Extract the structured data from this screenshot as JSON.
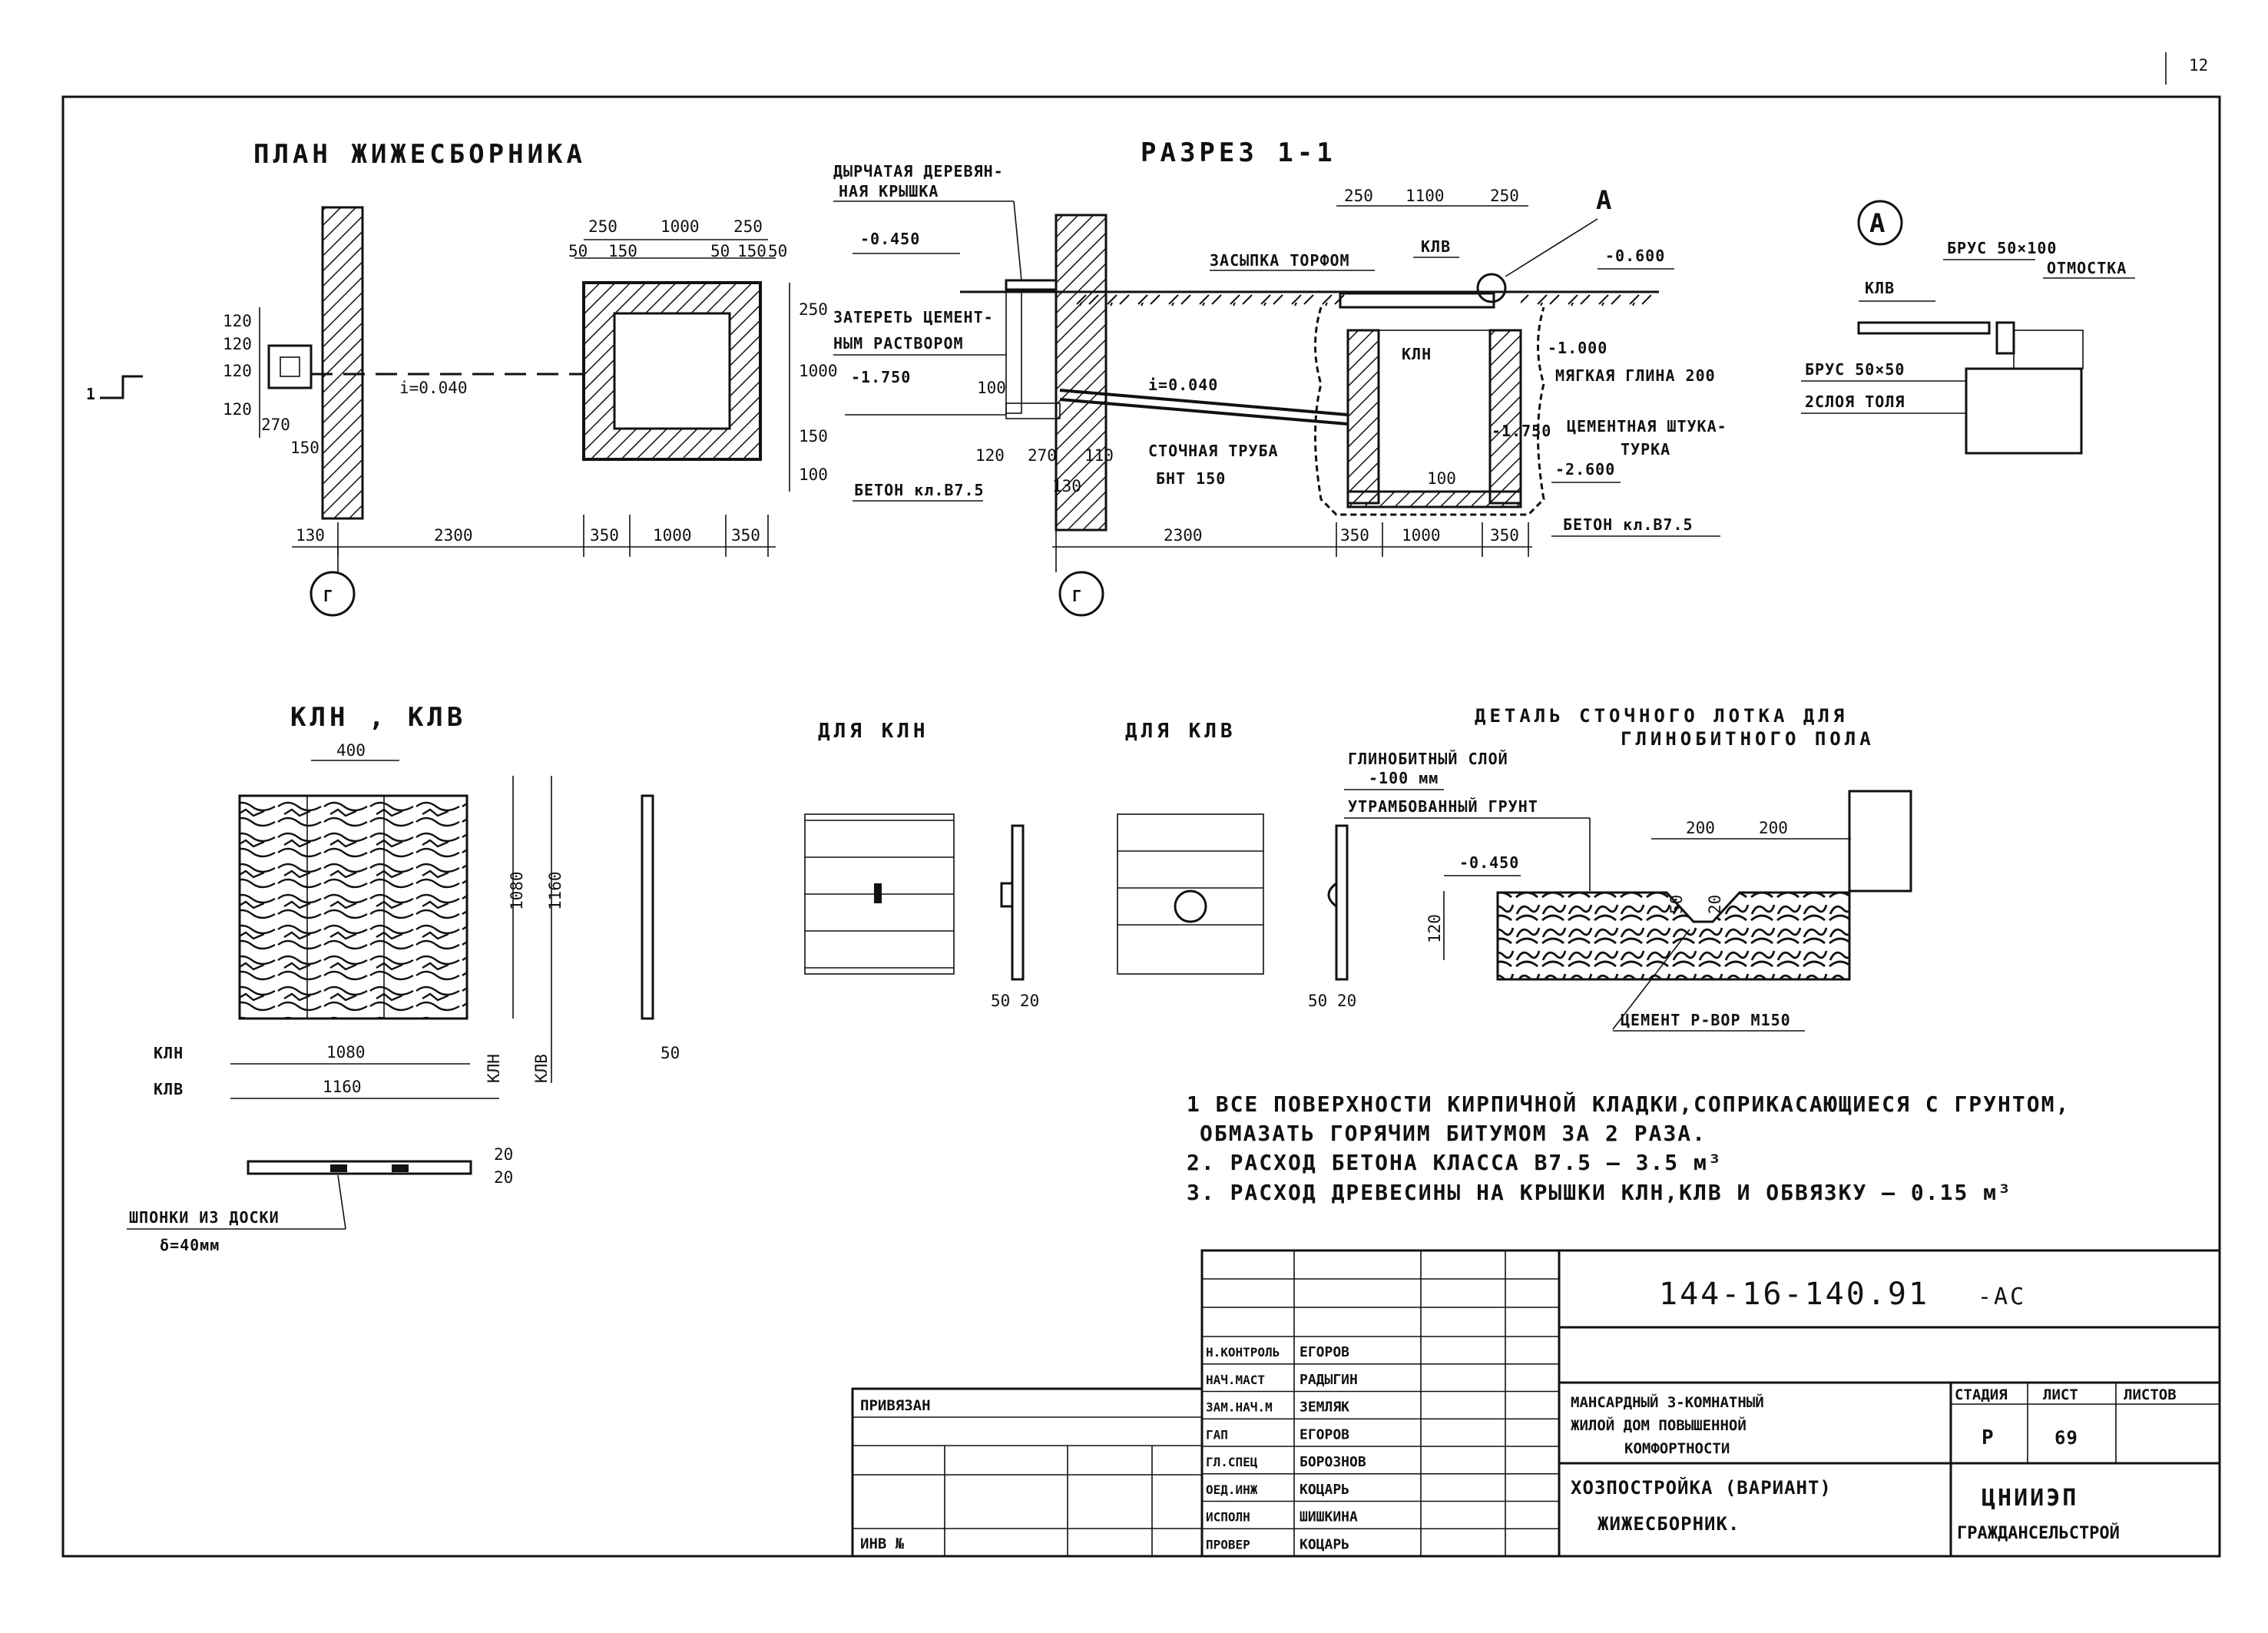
{
  "page_number": "12",
  "titles": {
    "plan": "ПЛАН ЖИЖЕСБОРНИКА",
    "section": "РАЗРЕЗ 1-1",
    "lids": "КЛН , КЛВ",
    "for_kln": "ДЛЯ КЛН",
    "for_klv": "ДЛЯ КЛВ",
    "tray_detail_1": "ДЕТАЛЬ СТОЧНОГО ЛОТКА ДЛЯ",
    "tray_detail_2": "ГЛИНОБИТНОГО ПОЛА"
  },
  "plan": {
    "dims_top": [
      "250",
      "1000",
      "250"
    ],
    "dims_small": [
      "50",
      "150",
      "50",
      "150",
      "50"
    ],
    "dims_left": [
      "120",
      "120",
      "120",
      "120",
      "270",
      "150"
    ],
    "dims_right": [
      "250",
      "1000",
      "150",
      "100"
    ],
    "dims_bottom": [
      "130",
      "2300",
      "350",
      "1000",
      "350"
    ],
    "slope": "i=0.040",
    "section_mark": "1",
    "axis": "Г"
  },
  "section": {
    "lid_label_1": "ДЫРЧАТАЯ ДЕРЕВЯН-",
    "lid_label_2": "НАЯ КРЫШКА",
    "lvl_0450": "-0.450",
    "plaster_1": "ЗАТЕРЕТЬ ЦЕМЕНТ-",
    "plaster_2": "НЫМ РАСТВОРОМ",
    "lvl_1750": "-1.750",
    "dim_100": "100",
    "slope": "i=0.040",
    "pipe_1": "СТОЧНАЯ ТРУБА",
    "pipe_2": "БНТ 150",
    "concrete_left": "БЕТОН кл.В7.5",
    "dims_lower": [
      "120",
      "270",
      "110",
      "130"
    ],
    "dims_top": [
      "250",
      "1100",
      "250"
    ],
    "backfill": "ЗАСЫПКА ТОРФОМ",
    "klv": "КЛВ",
    "kln": "КЛН",
    "lvl_0600": "-0.600",
    "lvl_1000": "-1.000",
    "clay": "МЯГКАЯ ГЛИНА 200",
    "plaster_right_1": "ЦЕМЕНТНАЯ ШТУКА-",
    "plaster_right_2": "ТУРКА",
    "lvl_1750b": "-1.750",
    "dim_100b": "100",
    "lvl_2600": "-2.600",
    "concrete_right": "БЕТОН кл.В7.5",
    "dims_bottom": [
      "2300",
      "350",
      "1000",
      "350"
    ],
    "callout": "А",
    "axis": "Г"
  },
  "detail_a": {
    "mark": "А",
    "beam_1": "БРУС 50×100",
    "apron": "ОТМОСТКА",
    "klv": "КЛВ",
    "beam_2": "БРУС 50×50",
    "roofing": "2СЛОЯ ТОЛЯ"
  },
  "lids": {
    "dim_400": "400",
    "dim_1080": "1080",
    "dim_1160": "1160",
    "kln": "КЛН",
    "klv": "КЛВ",
    "bottom_1080": "1080",
    "bottom_1160": "1160",
    "dim_50": "50",
    "dim_20a": "20",
    "dim_20b": "20",
    "keys_1": "ШПОНКИ ИЗ ДОСКИ",
    "keys_2": "δ=40мм",
    "for_kln_dims": "50 20",
    "for_klv_dims": "50 20"
  },
  "tray": {
    "clay_layer_1": "ГЛИНОБИТНЫЙ СЛОЙ",
    "clay_layer_2": "-100 мм",
    "soil": "УТРАМБОВАННЫЙ ГРУНТ",
    "dim_200a": "200",
    "dim_200b": "200",
    "lvl": "-0.450",
    "dim_120": "120",
    "dim_50": "50",
    "dim_20": "20",
    "cement": "ЦЕМЕНТ Р-ВОР М150"
  },
  "notes": [
    "1 ВСЕ ПОВЕРХНОСТИ КИРПИЧНОЙ КЛАДКИ,СОПРИКАСАЮЩИЕСЯ С ГРУНТОМ,",
    "ОБМАЗАТЬ ГОРЯЧИМ БИТУМОМ ЗА 2 РАЗА.",
    "2. РАСХОД БЕТОНА КЛАССА В7.5 — 3.5 м³",
    "3. РАСХОД ДРЕВЕСИНЫ НА КРЫШКИ КЛН,КЛВ И ОБВЯЗКУ — 0.15 м³"
  ],
  "title_block": {
    "code": "144-16-140.91",
    "suffix": "-АС",
    "binding": "ПРИВЯЗАН",
    "inv": "ИНВ №",
    "roles": [
      "Н.КОНТРОЛЬ",
      "НАЧ.МАСТ",
      "ЗАМ.НАЧ.М",
      "ГАП",
      "ГЛ.СПЕЦ",
      "ОЕД.ИНЖ",
      "ИСПОЛН",
      "ПРОВЕР"
    ],
    "names": [
      "ЕГОРОВ",
      "РАДЫГИН",
      "ЗЕМЛЯК",
      "ЕГОРОВ",
      "БОРОЗНОВ",
      "КОЦАРЬ",
      "ШИШКИНА",
      "КОЦАРЬ"
    ],
    "project_1": "МАНСАРДНЫЙ 3-КОМНАТНЫЙ",
    "project_2": "ЖИЛОЙ ДОМ ПОВЫШЕННОЙ",
    "project_3": "КОМФОРТНОСТИ",
    "sheet_title_1": "ХОЗПОСТРОЙКА (ВАРИАНТ)",
    "sheet_title_2": "ЖИЖЕСБОРНИК.",
    "stage_h": "СТАДИЯ",
    "sheet_h": "ЛИСТ",
    "sheets_h": "ЛИСТОВ",
    "stage": "Р",
    "sheet": "69",
    "org_1": "ЦНИИЭП",
    "org_2": "ГРАЖДАНСЕЛЬСТРОЙ"
  }
}
